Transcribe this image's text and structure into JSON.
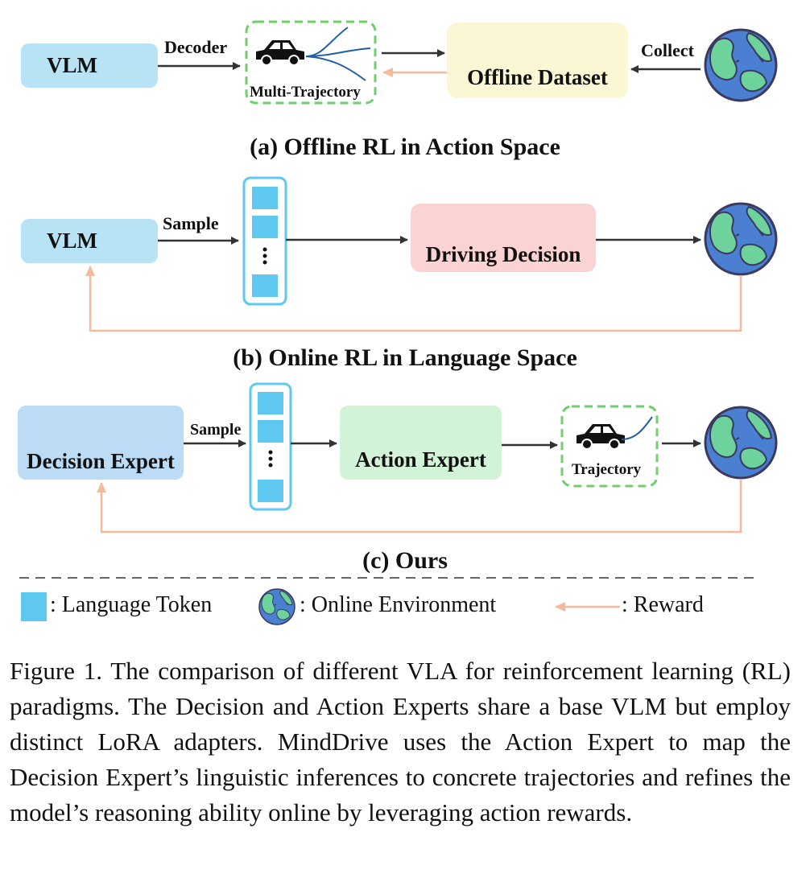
{
  "panel_a": {
    "vlm_label": "VLM",
    "decoder_label": "Decoder",
    "multi_trajectory_label": "Multi-Trajectory",
    "offline_dataset_label": "Offline Dataset",
    "collect_label": "Collect",
    "title": "(a) Offline RL in Action Space"
  },
  "panel_b": {
    "vlm_label": "VLM",
    "sample_label": "Sample",
    "driving_decision_label": "Driving Decision",
    "title": "(b) Online RL in Language Space"
  },
  "panel_c": {
    "decision_expert_label": "Decision Expert",
    "sample_label": "Sample",
    "action_expert_label": "Action Expert",
    "trajectory_label": "Trajectory",
    "title": "(c) Ours"
  },
  "legend": {
    "language_token": ": Language Token",
    "online_environment": ": Online Environment",
    "reward": ": Reward"
  },
  "caption": "Figure 1.  The comparison of different VLA for reinforcement learning (RL) paradigms. The Decision and Action Experts share a base VLM but employ distinct LoRA adapters. MindDrive uses the Action Expert to map the Decision Expert’s linguistic inferences to concrete trajectories and refines the model’s reasoning ability online by leveraging action rewards.",
  "colors": {
    "vlm_box": "#b8e3f5",
    "decision_expert_box": "#bcdcf5",
    "offline_dataset_box": "#fbf7d4",
    "driving_decision_box": "#fbd3d3",
    "action_expert_box": "#d3f3d8",
    "token": "#5fc8f0",
    "reward_arrow": "#f5b99b",
    "dashed_green": "#6fd06a",
    "globe_ocean": "#4a7fd1",
    "globe_land": "#6ed29c"
  }
}
